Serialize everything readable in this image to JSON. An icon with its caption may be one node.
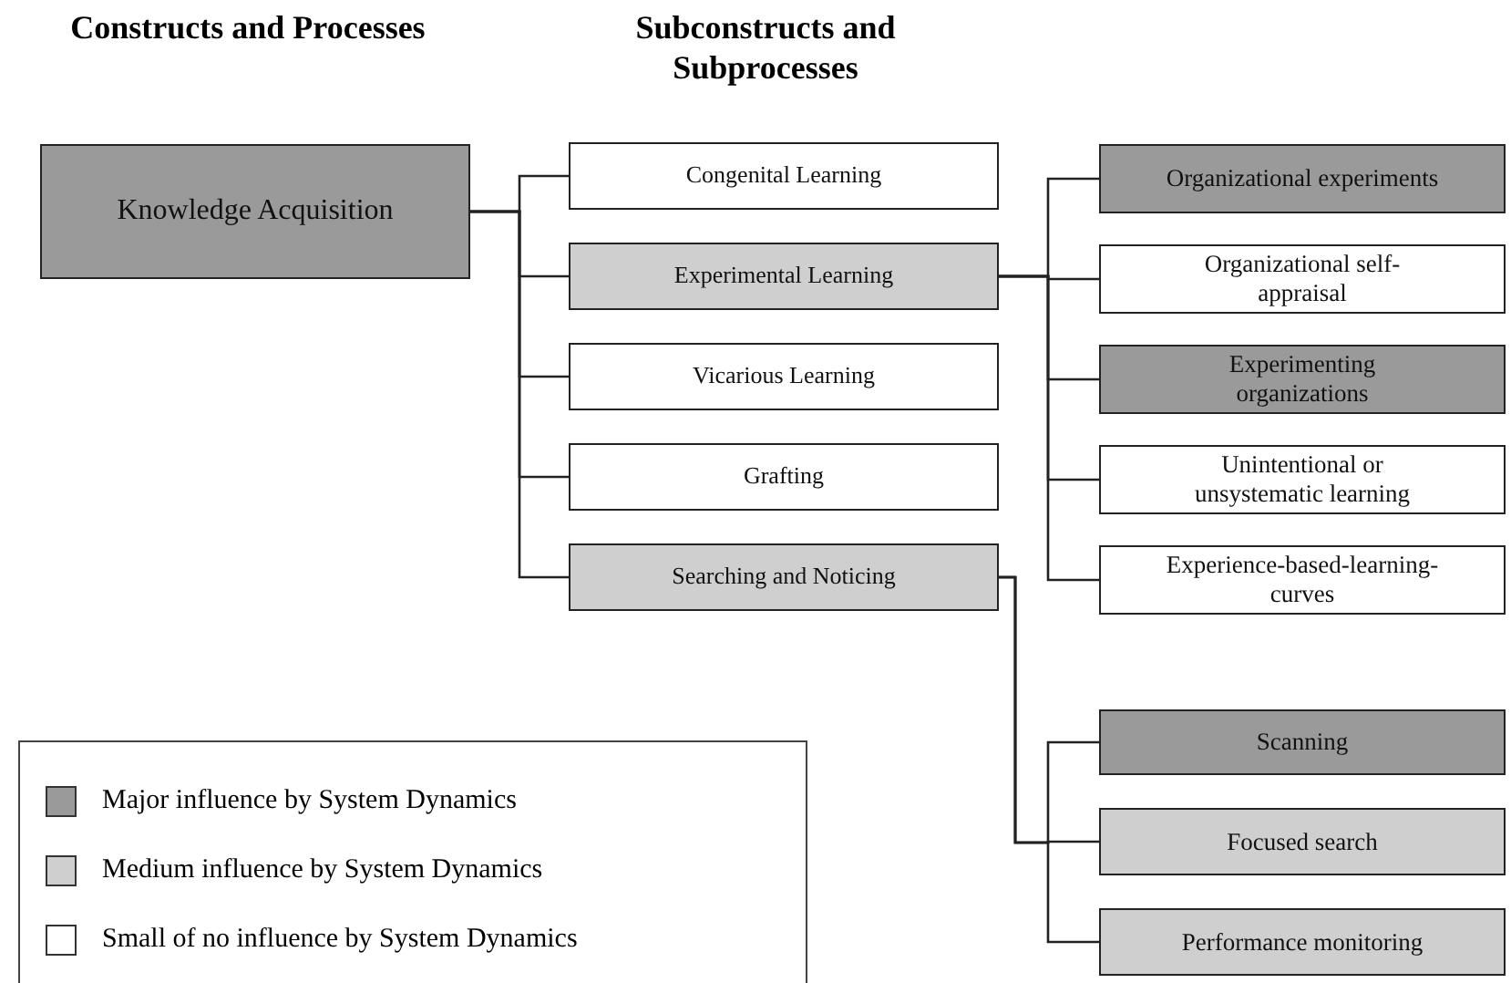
{
  "diagram": {
    "nodes": [
      {
        "text": [
          "Knowledge Acquisition"
        ]
      },
      {
        "text": [
          "Congenital Learning"
        ]
      },
      {
        "text": [
          "Experimental Learning"
        ]
      },
      {
        "text": [
          "Vicarious Learning"
        ]
      },
      {
        "text": [
          "Grafting"
        ]
      },
      {
        "text": [
          "Searching and Noticing"
        ]
      },
      {
        "text": [
          "Organizational experiments"
        ]
      },
      {
        "text": [
          "Organizational self-appraisal"
        ]
      },
      {
        "text": [
          "Experimenting organizations"
        ]
      },
      {
        "text": [
          "Unintentional or unsystematic learning"
        ]
      },
      {
        "text": [
          "Experience-based-learning-curves"
        ]
      },
      {
        "text": [
          "Scanning"
        ]
      },
      {
        "text": [
          "Focused search"
        ]
      },
      {
        "text": [
          "Performance monitoring"
        ]
      }
    ],
    "edges": [
      {
        "from": 0,
        "to": 1,
        "arrow": "none"
      },
      {
        "from": 0,
        "to": 2,
        "arrow": "none"
      },
      {
        "from": 0,
        "to": 3,
        "arrow": "none"
      },
      {
        "from": 0,
        "to": 4,
        "arrow": "none"
      },
      {
        "from": 0,
        "to": 5,
        "arrow": "none"
      },
      {
        "from": 2,
        "to": 6,
        "arrow": "none"
      },
      {
        "from": 2,
        "to": 7,
        "arrow": "none"
      },
      {
        "from": 2,
        "to": 8,
        "arrow": "none"
      },
      {
        "from": 2,
        "to": 9,
        "arrow": "none"
      },
      {
        "from": 2,
        "to": 10,
        "arrow": "none"
      },
      {
        "from": 5,
        "to": 11,
        "arrow": "none"
      },
      {
        "from": 5,
        "to": 12,
        "arrow": "none"
      },
      {
        "from": 5,
        "to": 13,
        "arrow": "none"
      }
    ],
    "labels": [
      "Constructs and Processes",
      "Subconstructs and Subprocesses"
    ],
    "legend": [
      {
        "text": "Major influence by System Dynamics",
        "color": "#9a9a9a"
      },
      {
        "text": "Medium influence by System Dynamics",
        "color": "#cfcfcf"
      },
      {
        "text": "Small of no influence by System Dynamics",
        "color": "#ffffff"
      }
    ]
  }
}
